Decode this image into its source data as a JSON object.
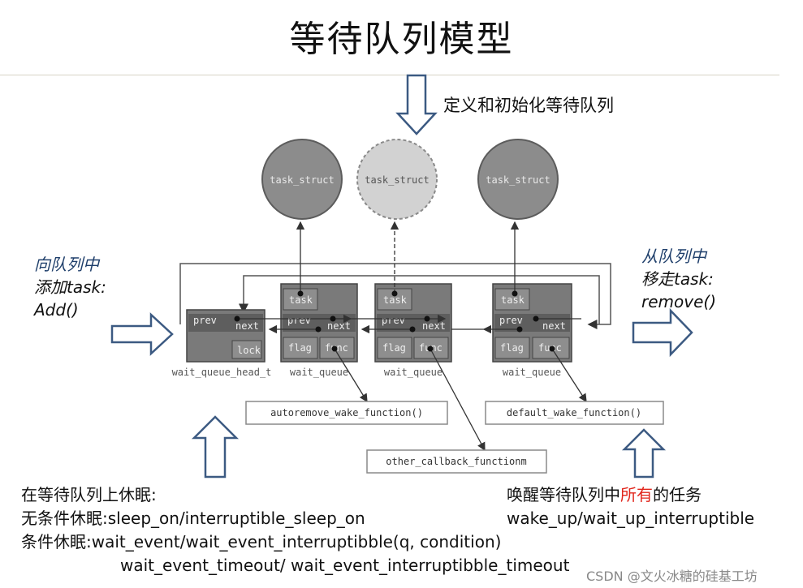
{
  "title": "等待队列模型",
  "define_init": "定义和初始化等待队列",
  "add": {
    "line1": "向队列中",
    "line2": "添加task:",
    "line3": "Add()"
  },
  "remove": {
    "line1": "从队列中",
    "line2": "移走task:",
    "line3": "remove()"
  },
  "diagram": {
    "task_struct": "task_struct",
    "task": "task",
    "prev": "prev",
    "next": "next",
    "lock": "lock",
    "flag": "flag",
    "func": "func",
    "head_label": "wait_queue_head_t",
    "queue_label": "wait_queue",
    "autoremove": "autoremove_wake_function()",
    "other_cb": "other_callback_functionm",
    "default_wake": "default_wake_function()"
  },
  "sleep": {
    "line1": "在等待队列上休眠:",
    "line2_prefix": "无条件休眠:",
    "line2_code": "sleep_on/interruptible_sleep_on",
    "line3_prefix": "条件休眠:",
    "line3_code": "wait_event/wait_event_interruptibble(q, condition)",
    "line4_code": "wait_event_timeout/ wait_event_interruptibble_timeout"
  },
  "wake": {
    "line1_a": "唤醒等待队列中",
    "line1_b": "所有",
    "line1_c": "的任务",
    "line2": "wake_up/wait_up_interruptible"
  },
  "watermark": "CSDN @文火冰糖的硅基工坊",
  "colors": {
    "box_dark": "#767676",
    "box_mid": "#8a8a8a",
    "circle": "#8c8c8c",
    "circle_light": "#d2d2d2",
    "arrow_blue": "#3c5a82"
  }
}
